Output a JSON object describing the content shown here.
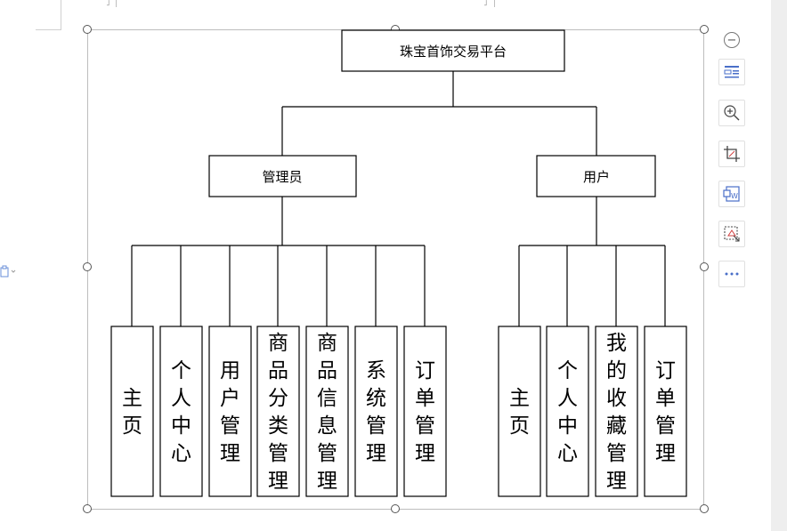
{
  "diagram": {
    "root": "珠宝首饰交易平台",
    "admin": {
      "label": "管理员",
      "children": [
        "主页",
        "个人中心",
        "用户管理",
        "商品分类管理",
        "商品信息管理",
        "系统管理",
        "订单管理"
      ]
    },
    "user": {
      "label": "用户",
      "children": [
        "主页",
        "个人中心",
        "我的收藏管理",
        "订单管理"
      ]
    }
  },
  "toolbar": {
    "icons": [
      "collapse-icon",
      "layout-options-icon",
      "zoom-in-icon",
      "crop-icon",
      "wrap-text-icon",
      "image-select-icon",
      "more-icon"
    ]
  }
}
